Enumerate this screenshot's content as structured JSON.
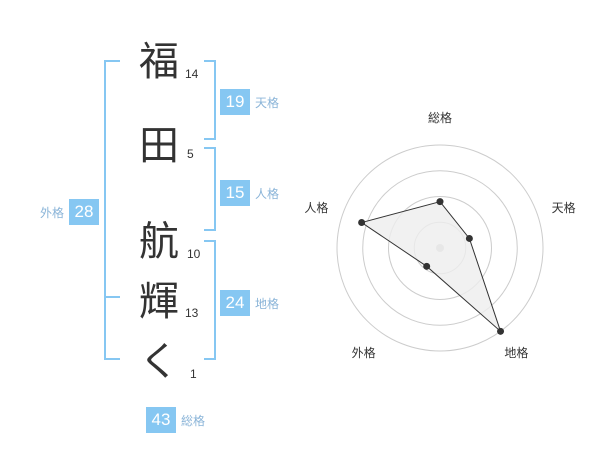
{
  "name_chars": [
    {
      "char": "福",
      "strokes": "14"
    },
    {
      "char": "田",
      "strokes": "5"
    },
    {
      "char": "航",
      "strokes": "10"
    },
    {
      "char": "輝",
      "strokes": "13"
    },
    {
      "char": "く",
      "strokes": "1"
    }
  ],
  "fortune": {
    "tenkaku": {
      "value": "19",
      "label": "天格"
    },
    "jinkaku": {
      "value": "15",
      "label": "人格"
    },
    "chikaku": {
      "value": "24",
      "label": "地格"
    },
    "gaikaku": {
      "value": "28",
      "label": "外格"
    },
    "soukaku": {
      "value": "43",
      "label": "総格"
    }
  },
  "chart_data": {
    "type": "radar",
    "axes": [
      "総格",
      "天格",
      "地格",
      "外格",
      "人格"
    ],
    "values": [
      0.45,
      0.3,
      1.0,
      0.22,
      0.8
    ],
    "range": [
      0,
      1
    ],
    "rings": 4,
    "colors": {
      "fill": "#eeeeee",
      "stroke": "#333333",
      "grid": "#cccccc",
      "center": "#cccccc",
      "point": "#333333"
    }
  },
  "colors": {
    "accent": "#86c7f2",
    "label": "#8ab4d8",
    "text": "#333333"
  }
}
